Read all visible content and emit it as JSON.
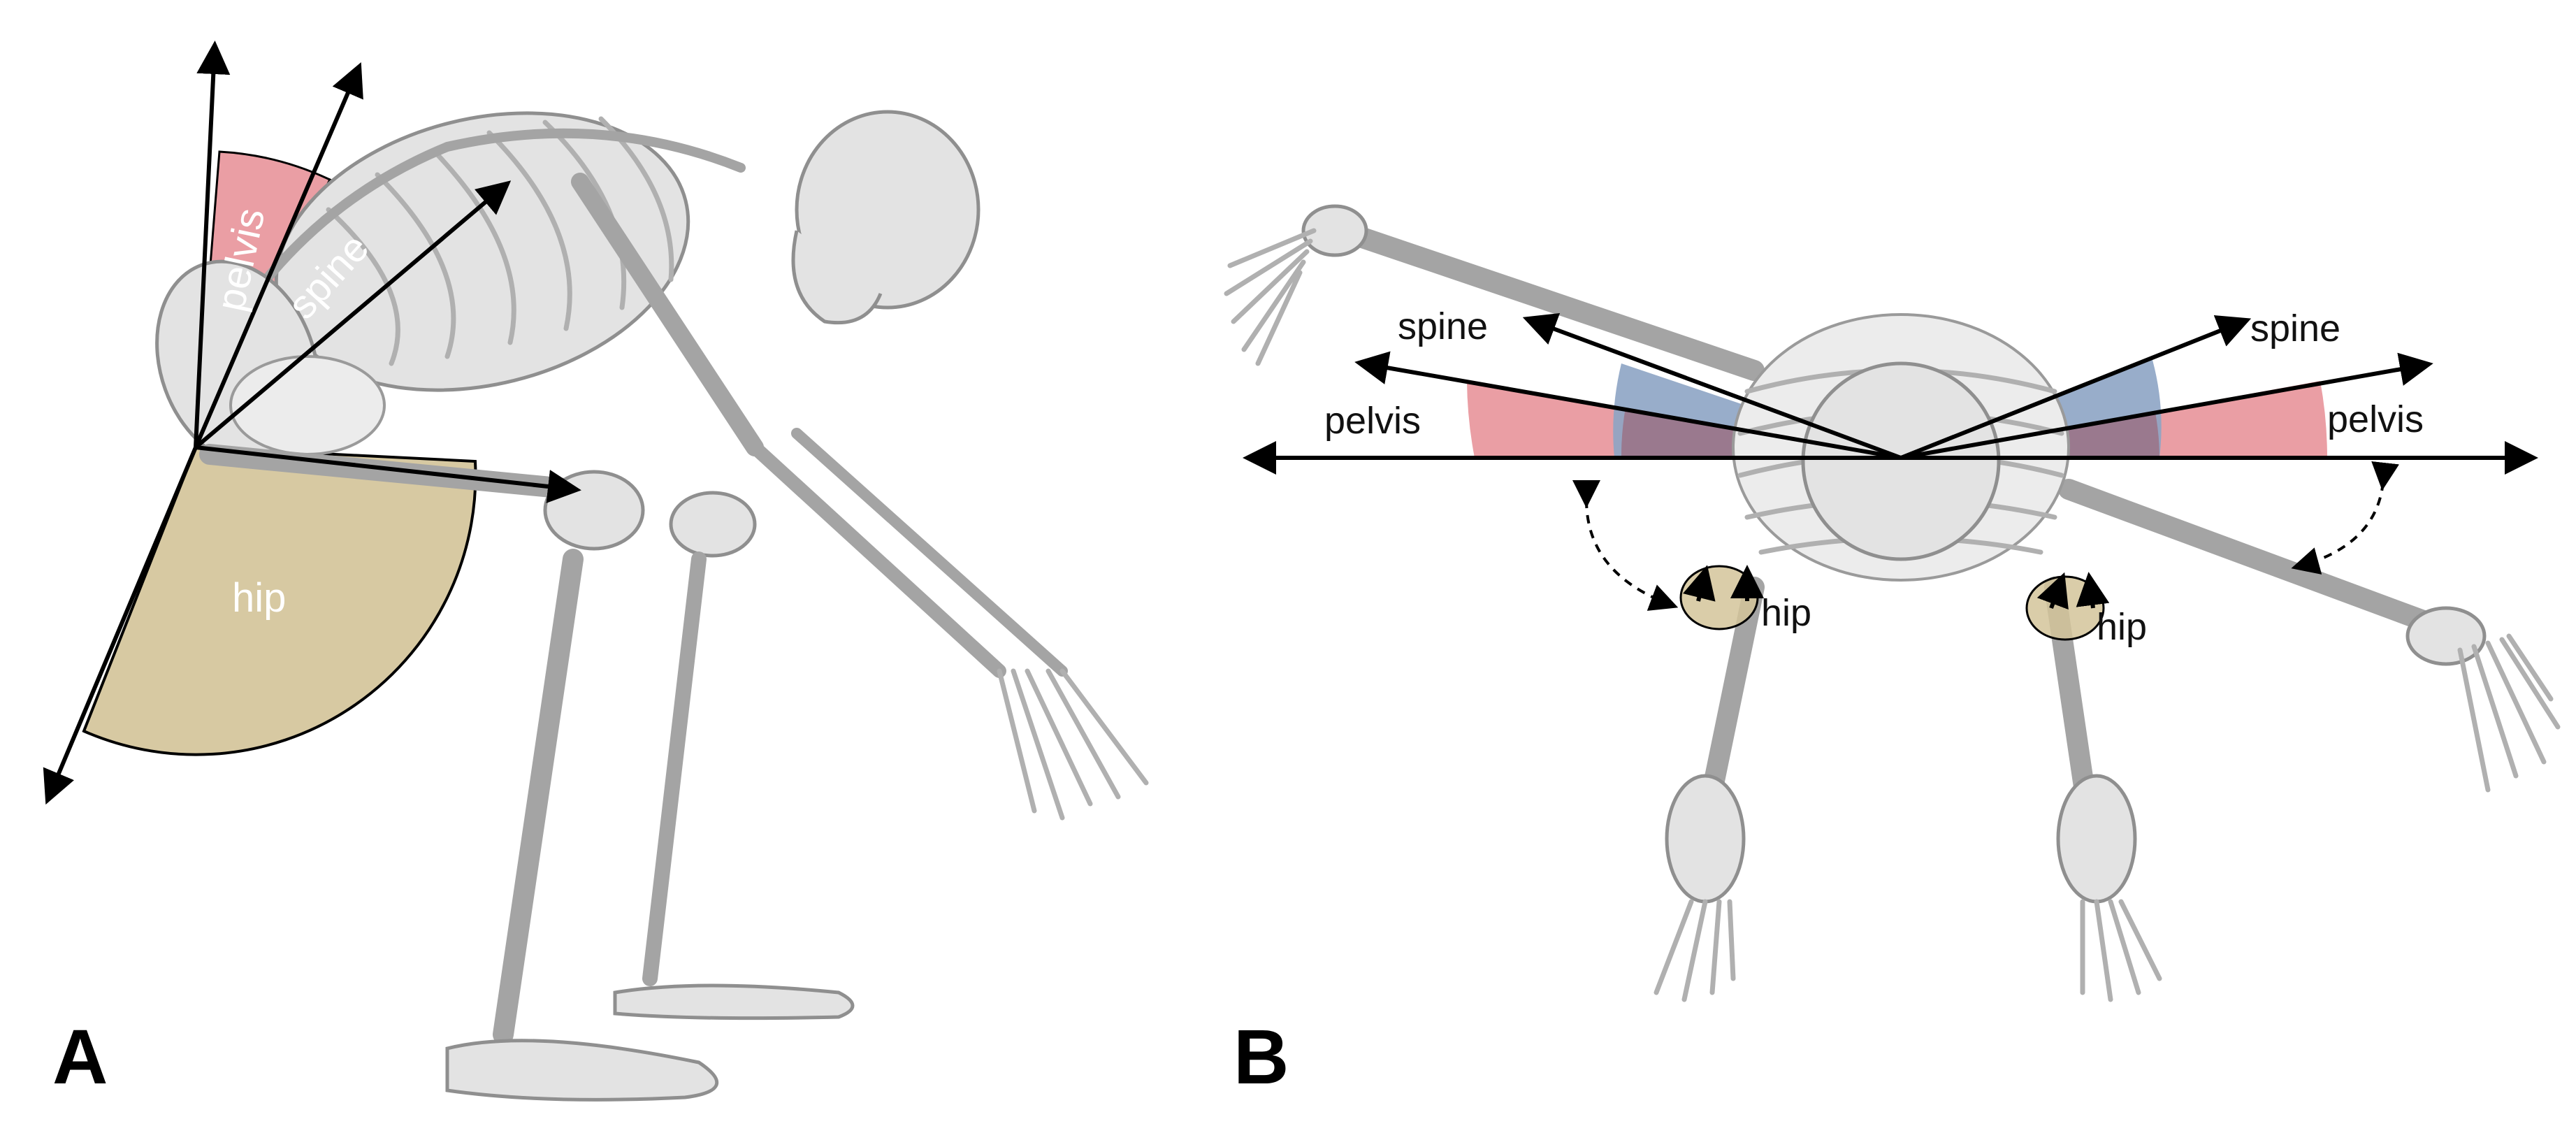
{
  "panels": [
    {
      "letter": "A",
      "labels": {
        "pelvis": "pelvis",
        "spine": "spine",
        "hip": "hip"
      }
    },
    {
      "letter": "B",
      "labels": {
        "spine_left": "spine",
        "pelvis_left": "pelvis",
        "spine_right": "spine",
        "pelvis_right": "pelvis",
        "hip_left": "hip",
        "hip_right": "hip"
      }
    }
  ],
  "colors": {
    "pelvis_sector": "#e8949a",
    "spine_sector": "#8da4c4",
    "hip_sector": "#d4c49a",
    "overlap_sector": "#9a7488"
  }
}
